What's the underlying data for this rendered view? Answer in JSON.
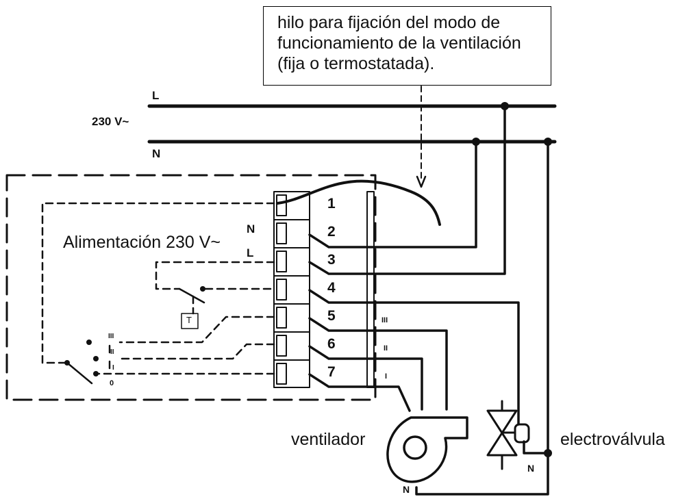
{
  "callout": {
    "lines": [
      "hilo para fijación del modo de",
      "funcionamiento de la ventilación",
      "(fija o termostatada)."
    ]
  },
  "supply": {
    "voltage": "230 V~",
    "line": "L",
    "neutral": "N"
  },
  "controller": {
    "label": "Alimentación 230 V~",
    "input_n": "N",
    "input_l": "L",
    "terminals": [
      "1",
      "2",
      "3",
      "4",
      "5",
      "6",
      "7"
    ],
    "speed_marks": [
      "III",
      "II",
      "I"
    ],
    "selector_marks": [
      "III",
      "II",
      "I",
      "0"
    ],
    "thermostat": "T"
  },
  "devices": {
    "fan": "ventilador",
    "valve": "electroválvula",
    "fan_neutral": "N",
    "valve_neutral": "N"
  }
}
